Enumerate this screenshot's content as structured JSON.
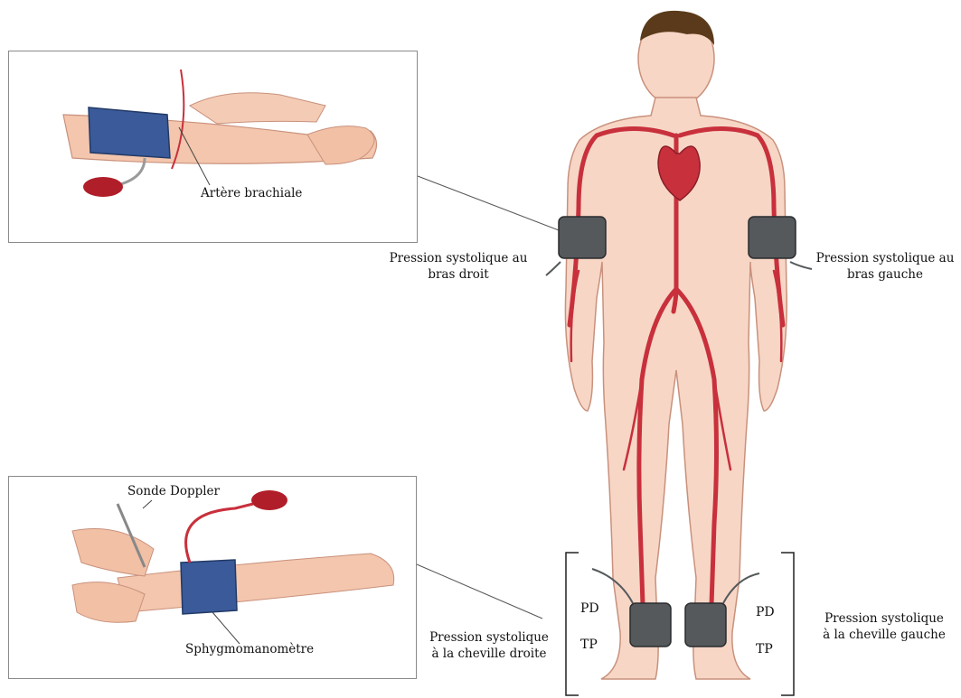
{
  "labels": {
    "brachial_artery": "Artère brachiale",
    "right_arm": [
      "Pression systolique au",
      "bras droit"
    ],
    "left_arm": [
      "Pression systolique au",
      "bras gauche"
    ],
    "doppler_probe": "Sonde Doppler",
    "sphygmomanometer": "Sphygmomanomètre",
    "right_ankle": [
      "Pression systolique",
      "à la cheville droite"
    ],
    "left_ankle": [
      "Pression systolique",
      "à la cheville gauche"
    ],
    "pd_left": "PD",
    "tp_left": "TP",
    "pd_right": "PD",
    "tp_right": "TP"
  },
  "colors": {
    "skin": "#f6d3c2",
    "skin_outline": "#c9917c",
    "artery": "#c8303c",
    "cuff_grey": "#55595c",
    "cuff_blue": "#3a5a9a",
    "bulb": "#b01e2a",
    "hair": "#5a3a1a"
  }
}
